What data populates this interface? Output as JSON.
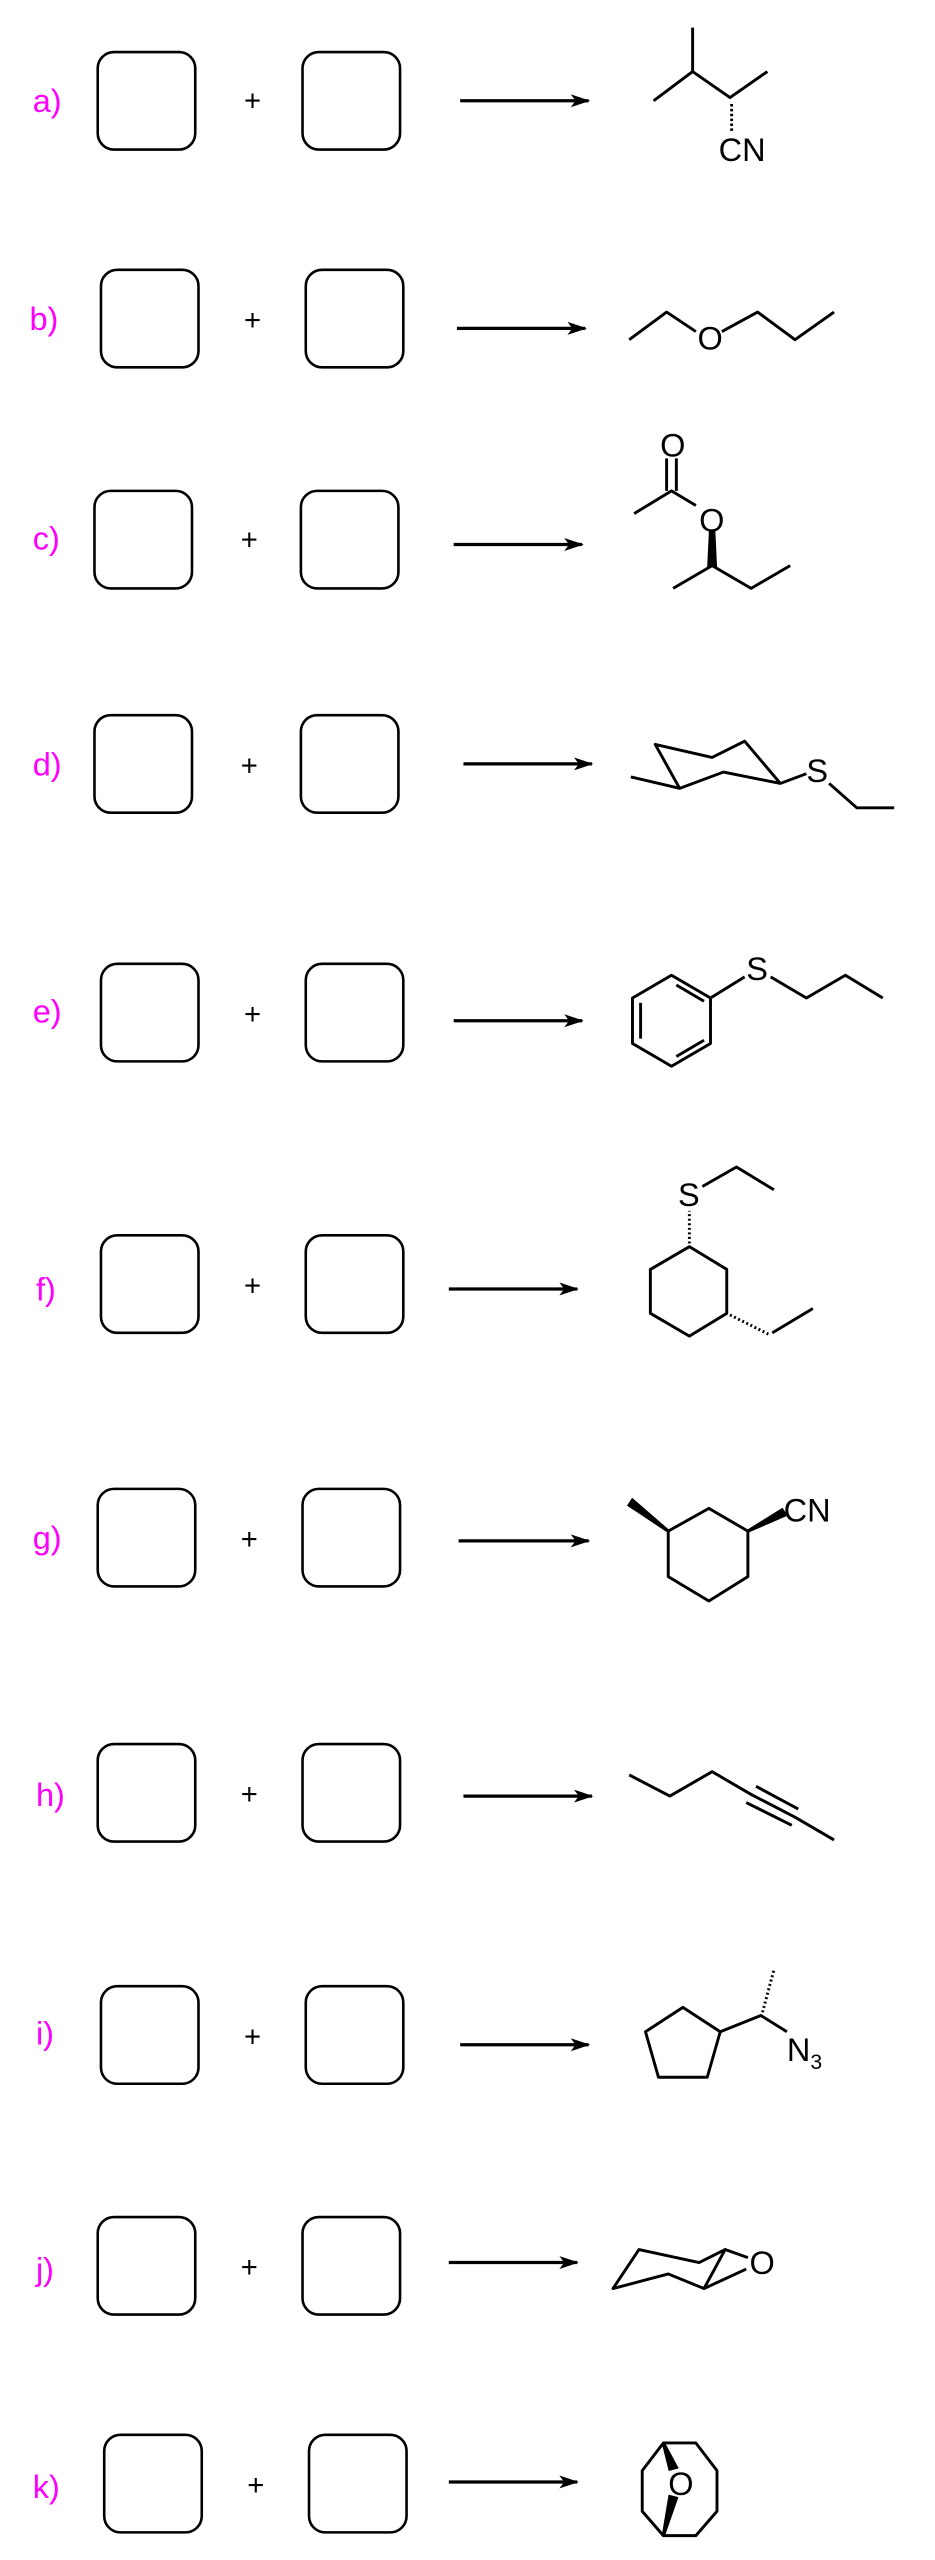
{
  "problems": [
    {
      "label": "a)",
      "plus": "+",
      "atoms": [
        "CN"
      ]
    },
    {
      "label": "b)",
      "plus": "+",
      "atoms": [
        "O"
      ]
    },
    {
      "label": "c)",
      "plus": "+",
      "atoms": [
        "O",
        "O"
      ]
    },
    {
      "label": "d)",
      "plus": "+",
      "atoms": [
        "S"
      ]
    },
    {
      "label": "e)",
      "plus": "+",
      "atoms": [
        "S"
      ]
    },
    {
      "label": "f)",
      "plus": "+",
      "atoms": [
        "S"
      ]
    },
    {
      "label": "g)",
      "plus": "+",
      "atoms": [
        "CN"
      ]
    },
    {
      "label": "h)",
      "plus": "+",
      "atoms": []
    },
    {
      "label": "i)",
      "plus": "+",
      "atoms": [
        "N",
        "3"
      ]
    },
    {
      "label": "j)",
      "plus": "+",
      "atoms": [
        "O"
      ]
    },
    {
      "label": "k)",
      "plus": "+",
      "atoms": [
        "O"
      ]
    }
  ],
  "colors": {
    "label": "#ff00ff",
    "ink": "#000000"
  }
}
